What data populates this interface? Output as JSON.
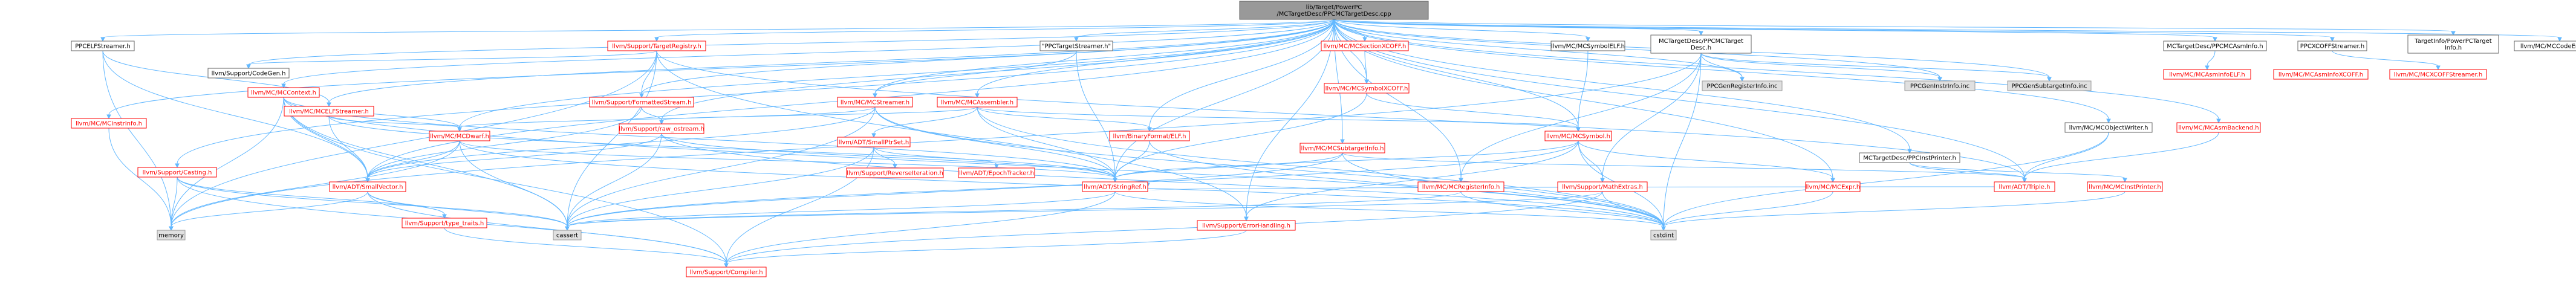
{
  "graph": {
    "colors": {
      "edge": "#63b8ff",
      "root_fill": "#999999",
      "box_fill": "#ffffff",
      "box_stroke": "#666666",
      "linked_stroke": "#ff0000",
      "linked_text": "#ff0000",
      "plain_text": "#000000",
      "gray_fill": "#e0e0e0",
      "gray_stroke": "#999999"
    },
    "nodes": [
      {
        "id": "root",
        "lines": [
          "lib/Target/PowerPC",
          "/MCTargetDesc/PPCMCTargetDesc.cpp"
        ],
        "style": "root"
      },
      {
        "id": "ppcelfstreamer",
        "lines": [
          "PPCELFStreamer.h"
        ],
        "style": "plain"
      },
      {
        "id": "mcinstrinfo",
        "lines": [
          "llvm/MC/MCInstrInfo.h"
        ],
        "style": "linked"
      },
      {
        "id": "casting",
        "lines": [
          "llvm/Support/Casting.h"
        ],
        "style": "linked"
      },
      {
        "id": "codegen",
        "lines": [
          "llvm/Support/CodeGen.h"
        ],
        "style": "plain"
      },
      {
        "id": "mccontext",
        "lines": [
          "llvm/MC/MCContext.h"
        ],
        "style": "linked"
      },
      {
        "id": "mcelfstreamer",
        "lines": [
          "llvm/MC/MCELFStreamer.h"
        ],
        "style": "linked"
      },
      {
        "id": "targetregistry",
        "lines": [
          "llvm/Support/TargetRegistry.h"
        ],
        "style": "linked"
      },
      {
        "id": "formattedstream",
        "lines": [
          "llvm/Support/FormattedStream.h"
        ],
        "style": "linked"
      },
      {
        "id": "mcdwarf",
        "lines": [
          "llvm/MC/MCDwarf.h"
        ],
        "style": "linked"
      },
      {
        "id": "rawostream",
        "lines": [
          "llvm/Support/raw_ostream.h"
        ],
        "style": "linked"
      },
      {
        "id": "smallvector",
        "lines": [
          "llvm/ADT/SmallVector.h"
        ],
        "style": "linked"
      },
      {
        "id": "typetraits",
        "lines": [
          "llvm/Support/type_traits.h"
        ],
        "style": "linked"
      },
      {
        "id": "memory",
        "lines": [
          "memory"
        ],
        "style": "gray"
      },
      {
        "id": "cassert",
        "lines": [
          "cassert"
        ],
        "style": "gray"
      },
      {
        "id": "compiler",
        "lines": [
          "llvm/Support/Compiler.h"
        ],
        "style": "linked"
      },
      {
        "id": "ppctargetstreamer",
        "lines": [
          "\"PPCTargetStreamer.h\""
        ],
        "style": "plain"
      },
      {
        "id": "mcstreamer",
        "lines": [
          "llvm/MC/MCStreamer.h"
        ],
        "style": "linked"
      },
      {
        "id": "mcassembler",
        "lines": [
          "llvm/MC/MCAssembler.h"
        ],
        "style": "linked"
      },
      {
        "id": "smallptrset",
        "lines": [
          "llvm/ADT/SmallPtrSet.h"
        ],
        "style": "linked"
      },
      {
        "id": "reverseiteration",
        "lines": [
          "llvm/Support/ReverseIteration.h"
        ],
        "style": "linked"
      },
      {
        "id": "epochtracker",
        "lines": [
          "llvm/ADT/EpochTracker.h"
        ],
        "style": "linked"
      },
      {
        "id": "binaryformatelf",
        "lines": [
          "llvm/BinaryFormat/ELF.h"
        ],
        "style": "linked"
      },
      {
        "id": "stringref",
        "lines": [
          "llvm/ADT/StringRef.h"
        ],
        "style": "linked"
      },
      {
        "id": "mcsectionxcoff",
        "lines": [
          "llvm/MC/MCSectionXCOFF.h"
        ],
        "style": "linked"
      },
      {
        "id": "mcsymbolxcoff",
        "lines": [
          "llvm/MC/MCSymbolXCOFF.h"
        ],
        "style": "linked"
      },
      {
        "id": "mcsubtargetinfo",
        "lines": [
          "llvm/MC/MCSubtargetInfo.h"
        ],
        "style": "linked"
      },
      {
        "id": "mcsymbolelf",
        "lines": [
          "llvm/MC/MCSymbolELF.h"
        ],
        "style": "plain"
      },
      {
        "id": "mcsymbol",
        "lines": [
          "llvm/MC/MCSymbol.h"
        ],
        "style": "linked"
      },
      {
        "id": "mcregisterinfo",
        "lines": [
          "llvm/MC/MCRegisterInfo.h"
        ],
        "style": "linked"
      },
      {
        "id": "mathextras",
        "lines": [
          "llvm/Support/MathExtras.h"
        ],
        "style": "linked"
      },
      {
        "id": "errorhandling",
        "lines": [
          "llvm/Support/ErrorHandling.h"
        ],
        "style": "linked"
      },
      {
        "id": "cstdint",
        "lines": [
          "cstdint"
        ],
        "style": "gray"
      },
      {
        "id": "ppcmctargetdesc",
        "lines": [
          "MCTargetDesc/PPCMCTarget",
          "Desc.h"
        ],
        "style": "plain"
      },
      {
        "id": "ppcgenregisterinfo",
        "lines": [
          "PPCGenRegisterInfo.inc"
        ],
        "style": "gray"
      },
      {
        "id": "ppcgeninstrinfo",
        "lines": [
          "PPCGenInstrInfo.inc"
        ],
        "style": "gray"
      },
      {
        "id": "ppcgensubtargetinfo",
        "lines": [
          "PPCGenSubtargetInfo.inc"
        ],
        "style": "gray"
      },
      {
        "id": "mcexpr",
        "lines": [
          "llvm/MC/MCExpr.h"
        ],
        "style": "linked"
      },
      {
        "id": "triple",
        "lines": [
          "llvm/ADT/Triple.h"
        ],
        "style": "linked"
      },
      {
        "id": "ppcinstprinter",
        "lines": [
          "MCTargetDesc/PPCInstPrinter.h"
        ],
        "style": "plain"
      },
      {
        "id": "mcinstprinter",
        "lines": [
          "llvm/MC/MCInstPrinter.h"
        ],
        "style": "linked"
      },
      {
        "id": "mcobjectwriter",
        "lines": [
          "llvm/MC/MCObjectWriter.h"
        ],
        "style": "plain"
      },
      {
        "id": "mcasmbackend",
        "lines": [
          "llvm/MC/MCAsmBackend.h"
        ],
        "style": "linked"
      },
      {
        "id": "ppcmcasminfo",
        "lines": [
          "MCTargetDesc/PPCMCAsmInfo.h"
        ],
        "style": "plain"
      },
      {
        "id": "mcasminfoelf",
        "lines": [
          "llvm/MC/MCAsmInfoELF.h"
        ],
        "style": "linked"
      },
      {
        "id": "ppcxcoffstreamer",
        "lines": [
          "PPCXCOFFStreamer.h"
        ],
        "style": "plain"
      },
      {
        "id": "mcasminfoxcoff",
        "lines": [
          "llvm/MC/MCAsmInfoXCOFF.h"
        ],
        "style": "linked"
      },
      {
        "id": "mcxcoffstreamer",
        "lines": [
          "llvm/MC/MCXCOFFStreamer.h"
        ],
        "style": "linked"
      },
      {
        "id": "targetinfo",
        "lines": [
          "TargetInfo/PowerPCTarget",
          "Info.h"
        ],
        "style": "plain"
      },
      {
        "id": "mccodeemitter",
        "lines": [
          "llvm/MC/MCCodeEmitter.h"
        ],
        "style": "plain"
      }
    ],
    "edges": [
      [
        "root",
        "ppcelfstreamer"
      ],
      [
        "root",
        "mcinstrinfo"
      ],
      [
        "root",
        "casting"
      ],
      [
        "root",
        "codegen"
      ],
      [
        "root",
        "mccontext"
      ],
      [
        "root",
        "mcelfstreamer"
      ],
      [
        "root",
        "targetregistry"
      ],
      [
        "root",
        "formattedstream"
      ],
      [
        "root",
        "rawostream"
      ],
      [
        "root",
        "ppctargetstreamer"
      ],
      [
        "root",
        "mcstreamer"
      ],
      [
        "root",
        "mcassembler"
      ],
      [
        "root",
        "binaryformatelf"
      ],
      [
        "root",
        "stringref"
      ],
      [
        "root",
        "mcsectionxcoff"
      ],
      [
        "root",
        "mcsymbolxcoff"
      ],
      [
        "root",
        "mcsubtargetinfo"
      ],
      [
        "root",
        "mcsymbolelf"
      ],
      [
        "root",
        "mcsymbol"
      ],
      [
        "root",
        "mcregisterinfo"
      ],
      [
        "root",
        "ppcmctargetdesc"
      ],
      [
        "root",
        "ppcgenregisterinfo"
      ],
      [
        "root",
        "ppcgeninstrinfo"
      ],
      [
        "root",
        "ppcgensubtargetinfo"
      ],
      [
        "root",
        "mcexpr"
      ],
      [
        "root",
        "triple"
      ],
      [
        "root",
        "ppcinstprinter"
      ],
      [
        "root",
        "mcobjectwriter"
      ],
      [
        "root",
        "mcasmbackend"
      ],
      [
        "root",
        "ppcmcasminfo"
      ],
      [
        "root",
        "ppcxcoffstreamer"
      ],
      [
        "root",
        "targetinfo"
      ],
      [
        "root",
        "mccodeemitter"
      ],
      [
        "root",
        "mcdwarf"
      ],
      [
        "root",
        "smallvector"
      ],
      [
        "root",
        "errorhandling"
      ],
      [
        "ppcelfstreamer",
        "mcelfstreamer"
      ],
      [
        "ppcelfstreamer",
        "smallvector"
      ],
      [
        "ppcelfstreamer",
        "memory"
      ],
      [
        "casting",
        "typetraits"
      ],
      [
        "casting",
        "compiler"
      ],
      [
        "casting",
        "cassert"
      ],
      [
        "casting",
        "memory"
      ],
      [
        "mccontext",
        "mcdwarf"
      ],
      [
        "mccontext",
        "smallvector"
      ],
      [
        "mccontext",
        "stringref"
      ],
      [
        "mccontext",
        "cstdint"
      ],
      [
        "mccontext",
        "memory"
      ],
      [
        "mccontext",
        "cassert"
      ],
      [
        "mccontext",
        "compiler"
      ],
      [
        "mcelfstreamer",
        "smallvector"
      ],
      [
        "mcelfstreamer",
        "mcdwarf"
      ],
      [
        "mcelfstreamer",
        "stringref"
      ],
      [
        "targetregistry",
        "codegen"
      ],
      [
        "targetregistry",
        "formattedstream"
      ],
      [
        "targetregistry",
        "triple"
      ],
      [
        "targetregistry",
        "errorhandling"
      ],
      [
        "targetregistry",
        "cassert"
      ],
      [
        "targetregistry",
        "memory"
      ],
      [
        "formattedstream",
        "rawostream"
      ],
      [
        "formattedstream",
        "smallvector"
      ],
      [
        "mcdwarf",
        "smallvector"
      ],
      [
        "mcdwarf",
        "stringref"
      ],
      [
        "mcdwarf",
        "cstdint"
      ],
      [
        "mcdwarf",
        "cassert"
      ],
      [
        "mcdwarf",
        "memory"
      ],
      [
        "rawostream",
        "smallvector"
      ],
      [
        "rawostream",
        "stringref"
      ],
      [
        "rawostream",
        "cassert"
      ],
      [
        "rawostream",
        "cstdint"
      ],
      [
        "smallvector",
        "typetraits"
      ],
      [
        "smallvector",
        "compiler"
      ],
      [
        "smallvector",
        "cassert"
      ],
      [
        "smallvector",
        "memory"
      ],
      [
        "typetraits",
        "compiler"
      ],
      [
        "ppctargetstreamer",
        "stringref"
      ],
      [
        "ppctargetstreamer",
        "mcstreamer"
      ],
      [
        "mcstreamer",
        "mcdwarf"
      ],
      [
        "mcstreamer",
        "smallvector"
      ],
      [
        "mcstreamer",
        "stringref"
      ],
      [
        "mcstreamer",
        "cassert"
      ],
      [
        "mcstreamer",
        "cstdint"
      ],
      [
        "mcassembler",
        "smallptrset"
      ],
      [
        "mcassembler",
        "stringref"
      ],
      [
        "mcassembler",
        "binaryformatelf"
      ],
      [
        "mcassembler",
        "mcsymbol"
      ],
      [
        "mcassembler",
        "cstdint"
      ],
      [
        "mcassembler",
        "rawostream"
      ],
      [
        "smallptrset",
        "epochtracker"
      ],
      [
        "smallptrset",
        "reverseiteration"
      ],
      [
        "smallptrset",
        "compiler"
      ],
      [
        "smallptrset",
        "cassert"
      ],
      [
        "binaryformatelf",
        "stringref"
      ],
      [
        "binaryformatelf",
        "cstdint"
      ],
      [
        "stringref",
        "compiler"
      ],
      [
        "stringref",
        "cassert"
      ],
      [
        "stringref",
        "cstdint"
      ],
      [
        "mcsectionxcoff",
        "mcsymbolxcoff"
      ],
      [
        "mcsymbolxcoff",
        "mcsymbol"
      ],
      [
        "mcsymbolxcoff",
        "stringref"
      ],
      [
        "mcsubtargetinfo",
        "stringref"
      ],
      [
        "mcsubtargetinfo",
        "triple"
      ],
      [
        "mcsubtargetinfo",
        "cassert"
      ],
      [
        "mcsubtargetinfo",
        "cstdint"
      ],
      [
        "mcsymbolelf",
        "mcsymbol"
      ],
      [
        "mcsymbol",
        "mcexpr"
      ],
      [
        "mcsymbol",
        "stringref"
      ],
      [
        "mcsymbol",
        "mathextras"
      ],
      [
        "mcsymbol",
        "errorhandling"
      ],
      [
        "mcsymbol",
        "cstdint"
      ],
      [
        "mcsymbol",
        "cassert"
      ],
      [
        "mcregisterinfo",
        "cassert"
      ],
      [
        "mcregisterinfo",
        "cstdint"
      ],
      [
        "mathextras",
        "compiler"
      ],
      [
        "mathextras",
        "cstdint"
      ],
      [
        "mathextras",
        "cassert"
      ],
      [
        "errorhandling",
        "compiler"
      ],
      [
        "ppcmctargetdesc",
        "ppcgenregisterinfo"
      ],
      [
        "ppcmctargetdesc",
        "ppcgeninstrinfo"
      ],
      [
        "ppcmctargetdesc",
        "ppcgensubtargetinfo"
      ],
      [
        "ppcmctargetdesc",
        "mathextras"
      ],
      [
        "ppcmctargetdesc",
        "mcregisterinfo"
      ],
      [
        "ppcmctargetdesc",
        "cstdint"
      ],
      [
        "ppcmctargetdesc",
        "memory"
      ],
      [
        "mcexpr",
        "cstdint"
      ],
      [
        "triple",
        "stringref"
      ],
      [
        "ppcinstprinter",
        "mcinstprinter"
      ],
      [
        "ppcinstprinter",
        "triple"
      ],
      [
        "mcinstprinter",
        "cstdint"
      ],
      [
        "mcobjectwriter",
        "triple"
      ],
      [
        "mcobjectwriter",
        "cstdint"
      ],
      [
        "mcasmbackend",
        "triple"
      ],
      [
        "ppcmcasminfo",
        "mcasminfoelf"
      ],
      [
        "ppcxcoffstreamer",
        "mcxcoffstreamer"
      ],
      [
        "mcinstrinfo",
        "memory"
      ]
    ]
  }
}
